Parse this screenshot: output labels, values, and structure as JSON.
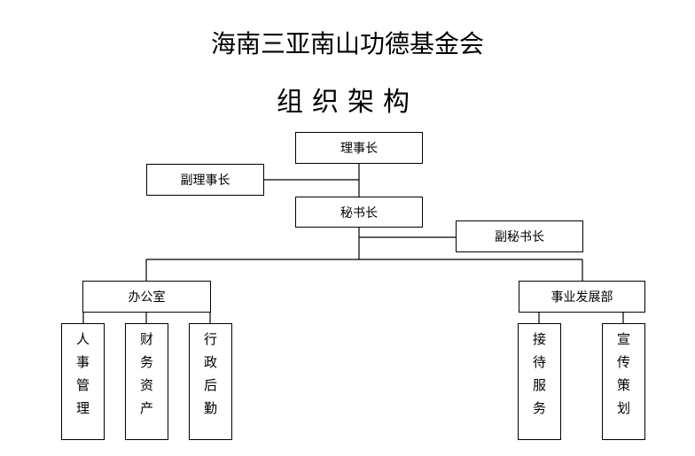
{
  "title": "海南三亚南山功德基金会",
  "subtitle": "组织架构",
  "nodes": {
    "chairman": "理事长",
    "vice_chairman": "副理事长",
    "secretary_general": "秘书长",
    "deputy_secretary_general": "副秘书长",
    "office": "办公室",
    "business_dept": "事业发展部"
  },
  "sub_departments": [
    {
      "key": "hr",
      "chars": [
        "人",
        "事",
        "管",
        "理"
      ]
    },
    {
      "key": "finance",
      "chars": [
        "财",
        "务",
        "资",
        "产"
      ]
    },
    {
      "key": "admin",
      "chars": [
        "行",
        "政",
        "后",
        "勤"
      ]
    },
    {
      "key": "reception",
      "chars": [
        "接",
        "待",
        "服",
        "务"
      ]
    },
    {
      "key": "promotion",
      "chars": [
        "宣",
        "传",
        "策",
        "划"
      ]
    }
  ]
}
